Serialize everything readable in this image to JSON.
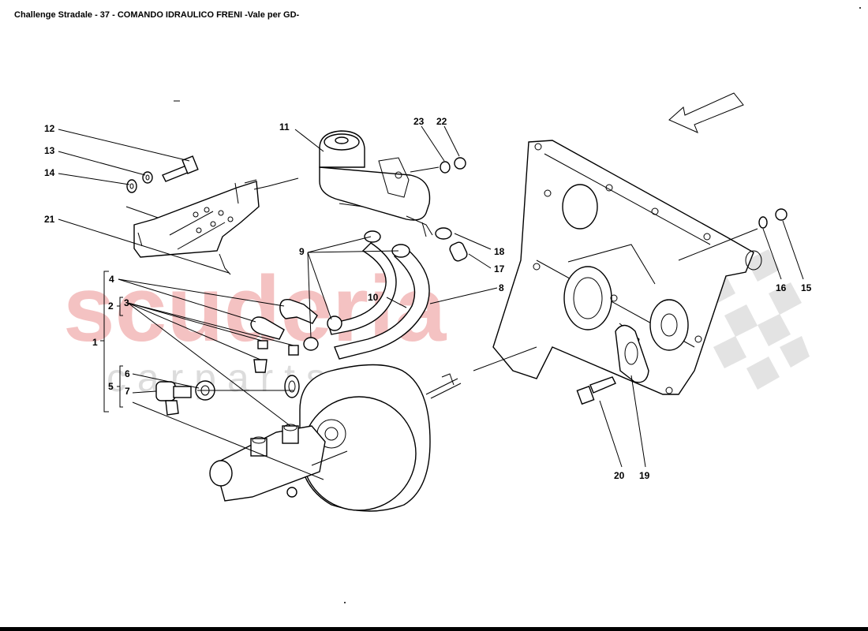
{
  "header": {
    "title": "Challenge Stradale - 37 - COMANDO IDRAULICO FRENI -Vale per GD-"
  },
  "watermark": {
    "brand": "scuderia",
    "sub": "c a r p a r t s"
  },
  "callouts": {
    "c1": "1",
    "c2": "2",
    "c3": "3",
    "c4": "4",
    "c5": "5",
    "c6": "6",
    "c7": "7",
    "c8": "8",
    "c9": "9",
    "c10": "10",
    "c11": "11",
    "c12": "12",
    "c13": "13",
    "c14": "14",
    "c15": "15",
    "c16": "16",
    "c17": "17",
    "c18": "18",
    "c19": "19",
    "c20": "20",
    "c21": "21",
    "c22": "22",
    "c23": "23"
  },
  "colors": {
    "watermark_red": "#f4c2c2",
    "watermark_grey": "#dcdcdc",
    "line": "#000000",
    "background": "#ffffff"
  }
}
